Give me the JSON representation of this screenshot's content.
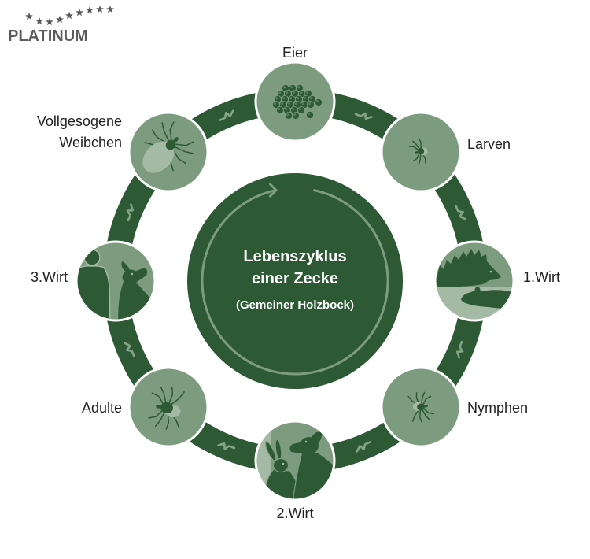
{
  "logo": {
    "text": "PLATINUM",
    "star_count": 9
  },
  "diagram": {
    "center": {
      "title_line1": "Lebenszyklus",
      "title_line2": "einer Zecke",
      "subtitle": "(Gemeiner Holzbock)"
    },
    "stages": [
      {
        "label": "Eier",
        "icon": "tick-eggs-icon"
      },
      {
        "label": "Larven",
        "icon": "tick-larva-icon"
      },
      {
        "label": "1.Wirt",
        "icon": "hedgehog-mouse-icon"
      },
      {
        "label": "Nymphen",
        "icon": "tick-nymph-icon"
      },
      {
        "label": "2.Wirt",
        "icon": "rabbit-dog-icon"
      },
      {
        "label": "Adulte",
        "icon": "adult-tick-icon"
      },
      {
        "label": "3.Wirt",
        "icon": "human-dog-icon"
      },
      {
        "label": "Vollgesogene",
        "label_line2": "Weibchen",
        "icon": "engorged-tick-icon"
      }
    ]
  },
  "colors": {
    "ring": "#2d5a34",
    "node": "#7d9c7f",
    "light": "#a4baa4",
    "accent": "#84a486",
    "label": "#222222",
    "logo": "#5b5b5b"
  }
}
